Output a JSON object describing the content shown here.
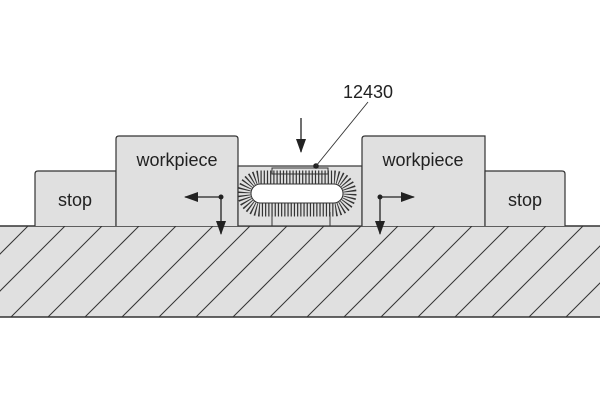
{
  "labels": {
    "stop_left": "stop",
    "workpiece_left": "workpiece",
    "workpiece_right": "workpiece",
    "stop_right": "stop",
    "reference_number": "12430"
  },
  "colors": {
    "fill": "#e0e0e0",
    "stroke": "#333333"
  }
}
